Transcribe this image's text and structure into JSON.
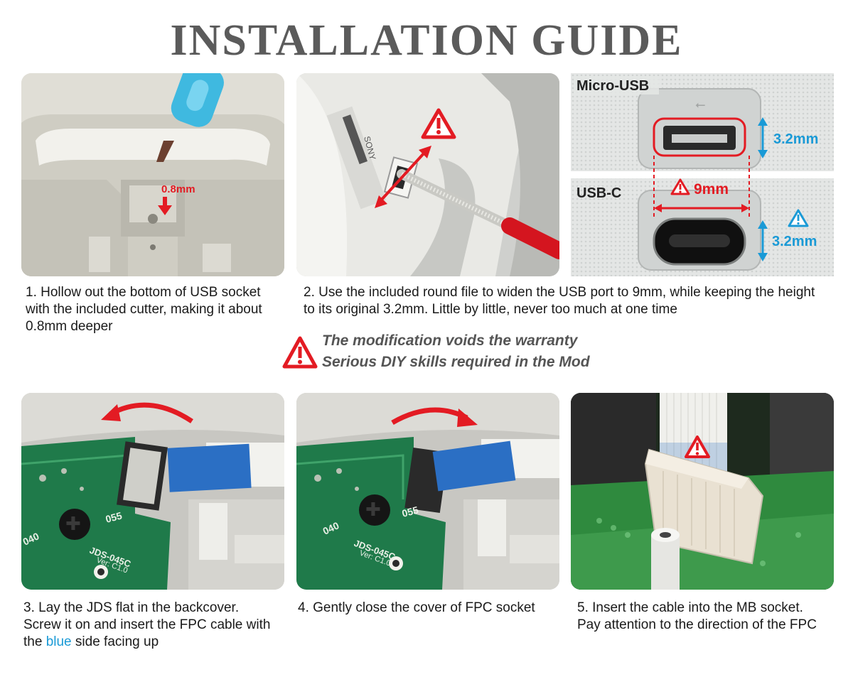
{
  "title": "INSTALLATION GUIDE",
  "colors": {
    "title": "#5b5b5b",
    "warning_red": "#e31b23",
    "measure_blue": "#1a9ad6",
    "pcb_green": "#1f7a4a",
    "fpc_blue": "#2b6fc4"
  },
  "panel2": {
    "micro_usb_label": "Micro-USB",
    "usb_c_label": "USB-C",
    "width_label": "9mm",
    "height_label_top": "3.2mm",
    "height_label_bottom": "3.2mm"
  },
  "panel1": {
    "depth_label": "0.8mm"
  },
  "steps": [
    {
      "lines": [
        "1. Hollow out the bottom of USB socket",
        "with the included cutter, making it about",
        "0.8mm deeper"
      ]
    },
    {
      "lines": [
        "2. Use the included round file to widen the USB port to 9mm, while keeping the height",
        "to its original 3.2mm. Little by little, never too much at one time"
      ]
    },
    {
      "line1": "3. Lay the JDS flat in the backcover.",
      "line2": "Screw it on and insert the FPC cable with",
      "line3_pre": "the ",
      "line3_blue": "blue",
      "line3_post": " side facing up"
    },
    {
      "lines": [
        "4. Gently close the cover of FPC socket"
      ]
    },
    {
      "lines": [
        "5. Insert the cable into the MB socket.",
        "Pay attention to the direction of the FPC"
      ]
    }
  ],
  "warning": {
    "line1": "The modification voids the warranty",
    "line2": "Serious DIY skills required in the Mod",
    "icon": "warning-triangle-icon"
  },
  "photo_text": {
    "pcb_model": "JDS-045C",
    "pcb_version": "Ver: C1.0",
    "pcb_num_a": "040",
    "pcb_num_b": "055",
    "brand": "SONY"
  }
}
